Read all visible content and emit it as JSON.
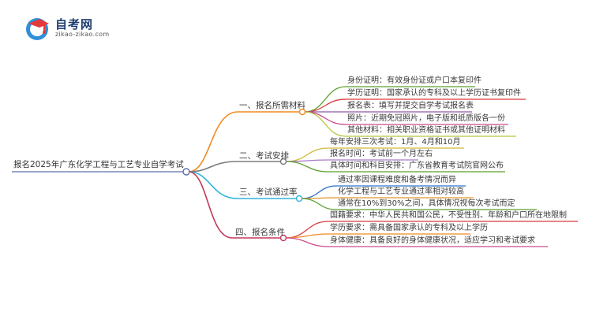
{
  "logo": {
    "name": "自考网",
    "url": "zikao-zikao.com"
  },
  "mindmap": {
    "root": "报名2025年广东化学工程与工艺专业自学考试",
    "branches": [
      {
        "title": "一、报名所需材料",
        "color": "#f08a24",
        "items": [
          "身份证明：有效身份证或户口本复印件",
          "学历证明：国家承认的专科及以上学历证书复印件",
          "报名表：填写并提交自学考试报名表",
          "照片：近期免冠照片，电子版和纸质版各一份",
          "其他材料：相关职业资格证书或其他证明材料"
        ],
        "itemColors": [
          "#5aa02c",
          "#d93a3a",
          "#8e5aa8",
          "#c94a8c",
          "#b8c43a"
        ]
      },
      {
        "title": "二、考试安排",
        "color": "#7a7a7a",
        "items": [
          "每年安排三次考试：1月、4月和10月",
          "报名时间：考试前一个月左右",
          "具体时间和科目安排：广东省教育考试院官网公布"
        ],
        "itemColors": [
          "#d4b83a",
          "#a77ac9",
          "#5aa02c"
        ]
      },
      {
        "title": "三、考试通过率",
        "color": "#33b4d9",
        "items": [
          "通过率因课程难度和备考情况而异",
          "化学工程与工艺专业通过率相对较高",
          "通常在10%到30%之间，具体情况视每次考试而定"
        ],
        "itemColors": [
          "#2f6fd0",
          "#e0962a",
          "#5aa02c"
        ]
      },
      {
        "title": "四、报名条件",
        "color": "#c23a5a",
        "items": [
          "国籍要求：中华人民共和国公民，不受性别、年龄和户口所在地限制",
          "学历要求：需具备国家承认的专科及以上学历",
          "身体健康：具备良好的身体健康状况，适应学习和考试要求"
        ],
        "itemColors": [
          "#d93a3a",
          "#f08a24",
          "#c94a8c"
        ]
      }
    ]
  }
}
